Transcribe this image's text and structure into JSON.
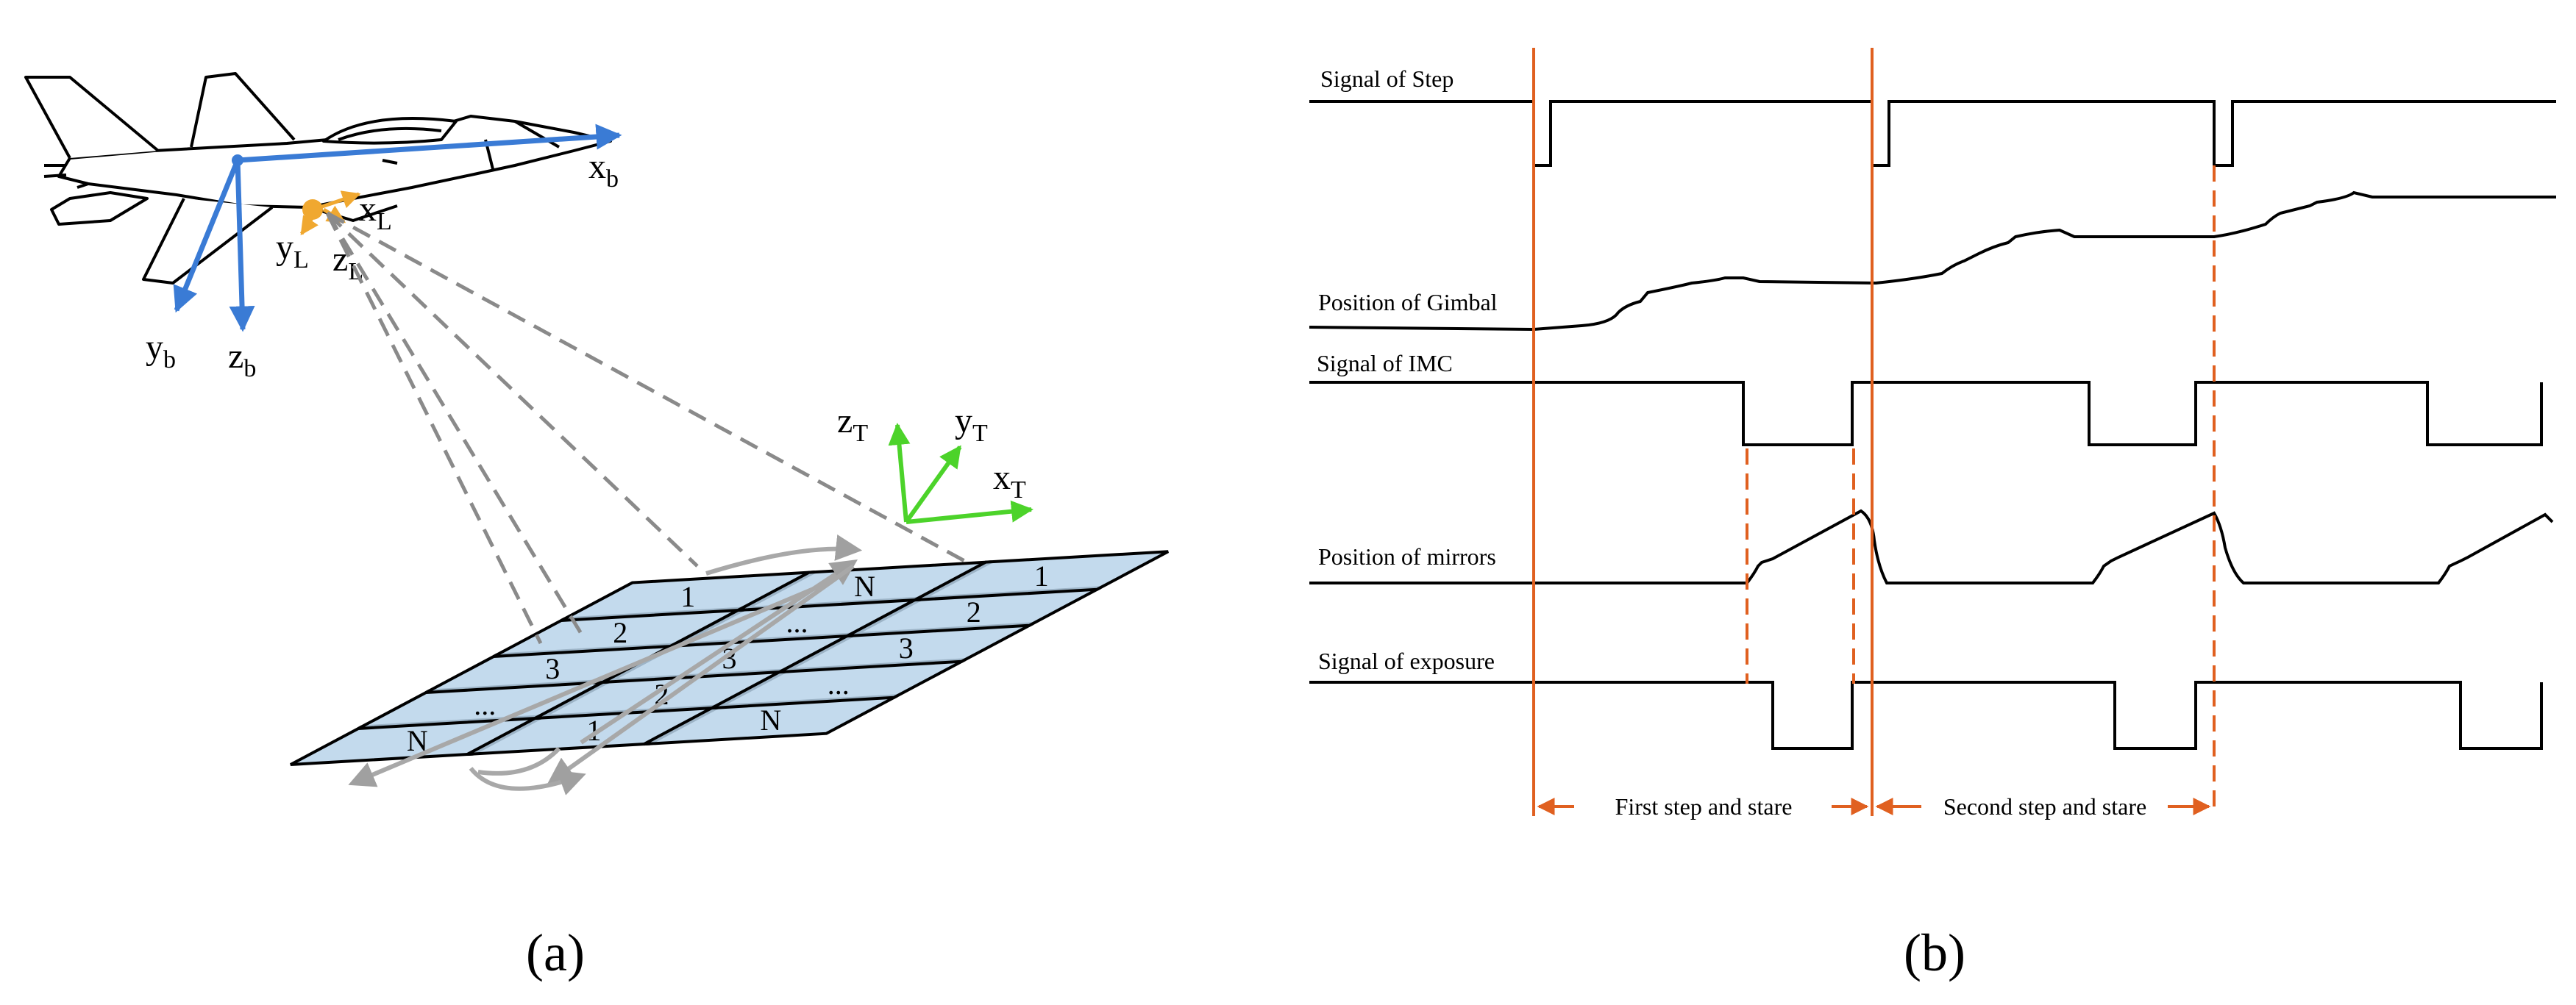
{
  "panel_a": {
    "caption": "(a)",
    "body_axes": {
      "x": "x",
      "x_sub": "b",
      "y": "y",
      "y_sub": "b",
      "z": "z",
      "z_sub": "b"
    },
    "lens_axes": {
      "x": "x",
      "x_sub": "L",
      "y": "y",
      "y_sub": "L",
      "z": "z",
      "z_sub": "L"
    },
    "target_axes": {
      "x": "x",
      "x_sub": "T",
      "y": "y",
      "y_sub": "T",
      "z": "z",
      "z_sub": "T"
    },
    "grid_labels": {
      "row1": [
        "1",
        "N",
        "1"
      ],
      "row2": [
        "2",
        "...",
        "2"
      ],
      "row3": [
        "3",
        "3",
        "3"
      ],
      "row4": [
        "...",
        "2",
        "..."
      ],
      "row5": [
        "N",
        "1",
        "N"
      ]
    },
    "colors": {
      "body_axes": "#3a7bd5",
      "lens_axes": "#f0a830",
      "target_axes": "#4cd32a",
      "tile": "#b8d4ea",
      "rays": "#808080"
    }
  },
  "panel_b": {
    "caption": "(b)",
    "signals": [
      {
        "label": "Signal of Step"
      },
      {
        "label": "Position of Gimbal"
      },
      {
        "label": "Signal of IMC"
      },
      {
        "label": "Position of mirrors"
      },
      {
        "label": "Signal of exposure"
      }
    ],
    "intervals": [
      {
        "label": "First step and stare"
      },
      {
        "label": "Second step and stare"
      }
    ],
    "colors": {
      "marker": "#e06020",
      "trace": "#000000"
    }
  }
}
